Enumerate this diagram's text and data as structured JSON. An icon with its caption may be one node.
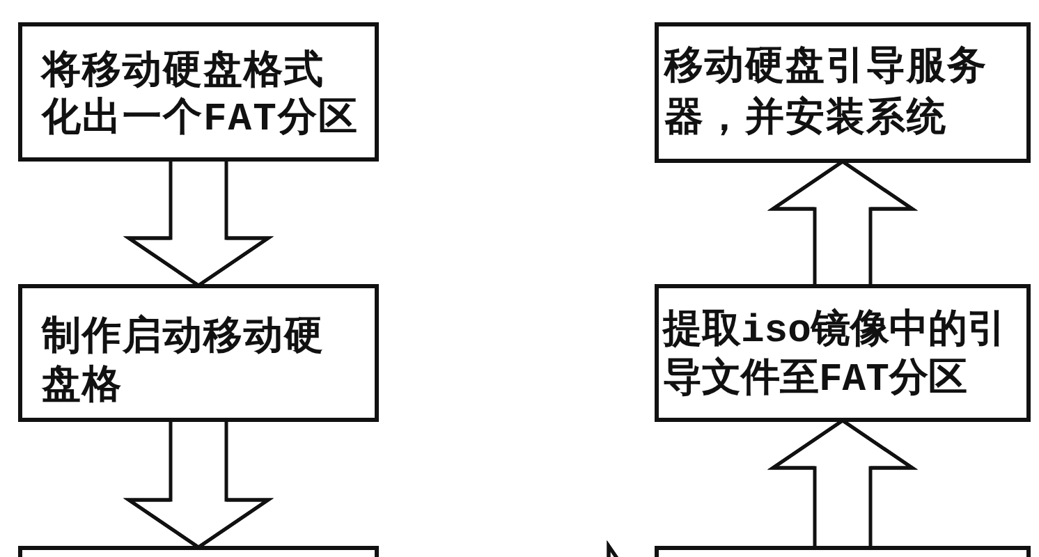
{
  "diagram": {
    "nodes": [
      {
        "text": [
          "将移动硬盘格式化出一个FAT分区"
        ]
      },
      {
        "text": [
          "制作启动移动硬盘格"
        ]
      },
      {
        "text": [],
        "shape": "box"
      },
      {
        "text": [],
        "shape": "box"
      },
      {
        "text": [
          "提取iso镜像中的引导文件至FAT分区"
        ]
      },
      {
        "text": [
          "移动硬盘引导服务器，并安装系统"
        ]
      }
    ],
    "edges": [
      {
        "from": 0,
        "to": 1,
        "arrow": "to"
      },
      {
        "from": 1,
        "to": 2,
        "arrow": "to"
      },
      {
        "from": 2,
        "to": 3,
        "arrow": "to"
      },
      {
        "from": 3,
        "to": 4,
        "arrow": "to"
      },
      {
        "from": 4,
        "to": 5,
        "arrow": "to"
      }
    ]
  }
}
